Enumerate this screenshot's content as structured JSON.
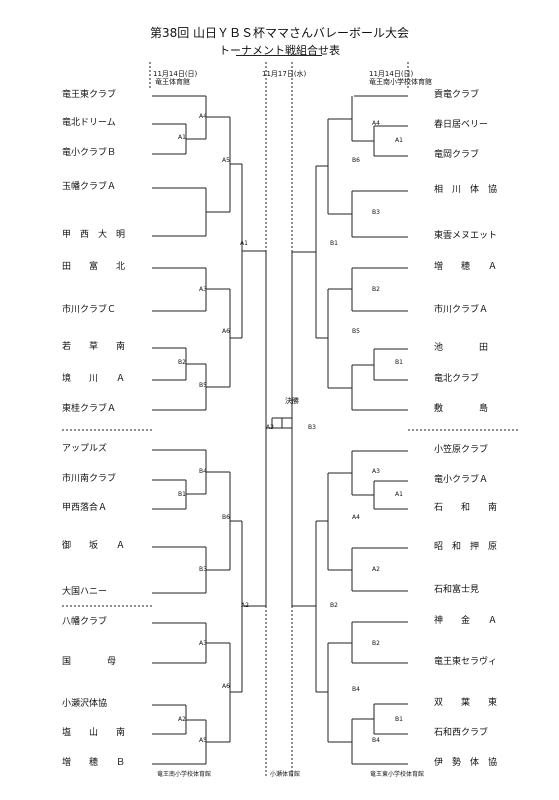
{
  "title": "第38回 山日ＹＢＳ杯ママさんバレーボール大会",
  "subtitle": "トーナメント戦組合せ表",
  "headers": {
    "left_date": "11月14日(日)",
    "left_venue": "竜王体育館",
    "center_date": "11月17日(水)",
    "right_date": "11月14日(日)",
    "right_venue": "竜王南小学校体育館"
  },
  "final_label": "決勝",
  "left_teams": [
    "竜王東クラブ",
    "竜北ドリーム",
    "竜小クラブＢ",
    "玉幡クラブＡ",
    "甲　西　大　明",
    "田　　富　　北",
    "市川クラブＣ",
    "若　　草　　南",
    "境　　川　　Ａ",
    "東桂クラブＡ",
    "アップルズ",
    "市川南クラブ",
    "甲西落合Ａ",
    "御　　坂　　Ａ",
    "大国ハニー",
    "八幡クラブ",
    "国　　　　母",
    "小瀬沢体協",
    "塩　　山　　南",
    "増　　穂　　Ｂ"
  ],
  "right_teams": [
    "貢竜クラブ",
    "春日居ベリー",
    "竜岡クラブ",
    "相　川　体　協",
    "東雲メヌエット",
    "増　　穂　　Ａ",
    "市川クラブＡ",
    "池　　　　田",
    "竜北クラブ",
    "敷　　　　島",
    "小笠原クラブ",
    "竜小クラブＡ",
    "石　　和　　南",
    "昭　和　押　原",
    "石和富士見",
    "神　　金　　Ａ",
    "竜王東セラヴィ",
    "双　　葉　　東",
    "石和西クラブ",
    "伊　勢　体　協"
  ],
  "match_labels": {
    "L_A1": "A1",
    "L_A4": "A4",
    "L_A2": "A2",
    "L_A5": "A5",
    "L_A3": "A3",
    "L_B2": "B2",
    "L_B5": "B5",
    "L_A6": "A6",
    "L_A1s": "A1",
    "L_B1": "B1",
    "L_B4": "B4",
    "L_B3": "B3",
    "L_B6": "B6",
    "L_A3b": "A3",
    "L_A2b": "A2",
    "L_A5b": "A5",
    "L_A6b": "A6",
    "L_A2s": "A2",
    "L_A3s": "A3",
    "R_A1": "A1",
    "R_A4": "A4",
    "R_B6": "B6",
    "R_B3": "B3",
    "R_B1s": "B1",
    "R_B2": "B2",
    "R_B5": "B5",
    "R_B1": "B1",
    "R_B4": "B4",
    "R_A3": "A3",
    "R_A1b": "A1",
    "R_A4b": "A4",
    "R_A2": "A2",
    "R_B2b": "B2",
    "R_B1b": "B1",
    "R_B4b": "B4",
    "R_B3s": "B3",
    "R_B2s": "B2"
  },
  "footers": {
    "left": "竜王南小学校体育館",
    "center": "小瀬体育館",
    "right": "竜王東小学校体育館"
  }
}
